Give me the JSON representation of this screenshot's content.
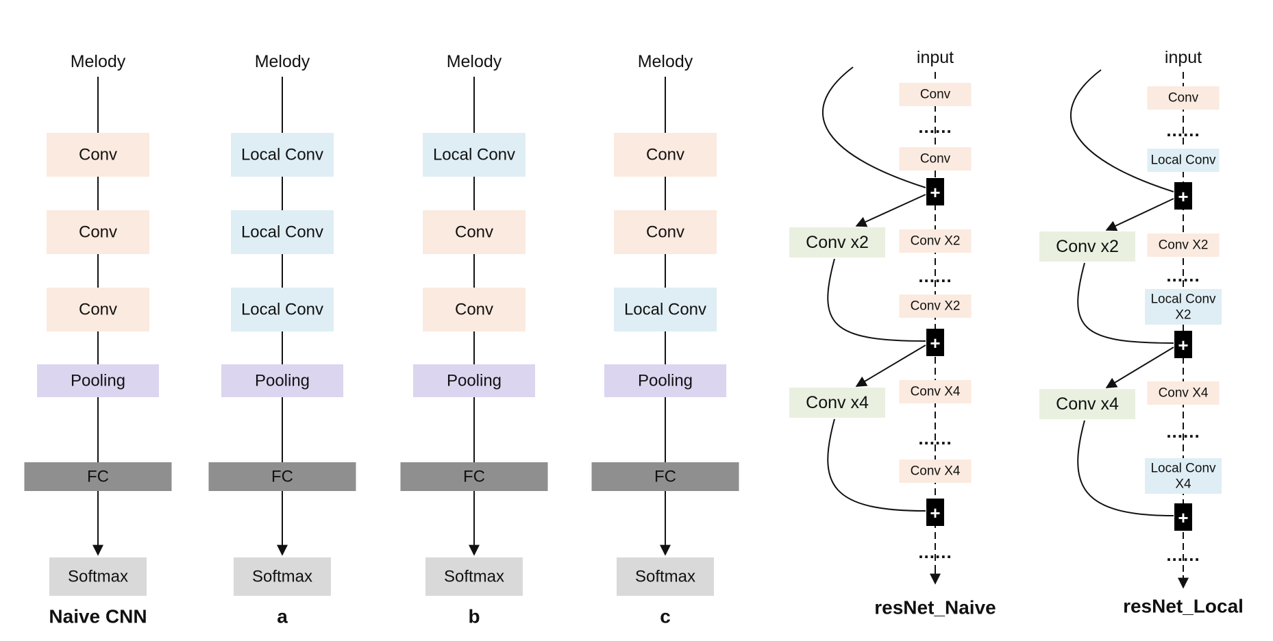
{
  "colors": {
    "conv": "#fbeadf",
    "local_conv": "#dfeef5",
    "pooling": "#dcd5ef",
    "fc": "#8f8f8f",
    "softmax": "#d9d9d9",
    "branch": "#e9f0e0",
    "plus_node": "#000000",
    "line": "#111111"
  },
  "simple_models": [
    {
      "input": "Melody",
      "layers": [
        {
          "label": "Conv",
          "kind": "conv"
        },
        {
          "label": "Conv",
          "kind": "conv"
        },
        {
          "label": "Conv",
          "kind": "conv"
        },
        {
          "label": "Pooling",
          "kind": "pooling"
        },
        {
          "label": "FC",
          "kind": "fc"
        }
      ],
      "output": "Softmax",
      "caption": "Naive CNN"
    },
    {
      "input": "Melody",
      "layers": [
        {
          "label": "Local Conv",
          "kind": "local_conv"
        },
        {
          "label": "Local Conv",
          "kind": "local_conv"
        },
        {
          "label": "Local Conv",
          "kind": "local_conv"
        },
        {
          "label": "Pooling",
          "kind": "pooling"
        },
        {
          "label": "FC",
          "kind": "fc"
        }
      ],
      "output": "Softmax",
      "caption": "a"
    },
    {
      "input": "Melody",
      "layers": [
        {
          "label": "Local Conv",
          "kind": "local_conv"
        },
        {
          "label": "Conv",
          "kind": "conv"
        },
        {
          "label": "Conv",
          "kind": "conv"
        },
        {
          "label": "Pooling",
          "kind": "pooling"
        },
        {
          "label": "FC",
          "kind": "fc"
        }
      ],
      "output": "Softmax",
      "caption": "b"
    },
    {
      "input": "Melody",
      "layers": [
        {
          "label": "Conv",
          "kind": "conv"
        },
        {
          "label": "Conv",
          "kind": "conv"
        },
        {
          "label": "Local Conv",
          "kind": "local_conv"
        },
        {
          "label": "Pooling",
          "kind": "pooling"
        },
        {
          "label": "FC",
          "kind": "fc"
        }
      ],
      "output": "Softmax",
      "caption": "c"
    }
  ],
  "resnet_models": [
    {
      "input": "input",
      "caption": "resNet_Naive",
      "dots": "......",
      "plus": "+",
      "stages": [
        {
          "first": [
            "Conv"
          ],
          "last": [
            "Conv"
          ],
          "first_kind": "conv",
          "last_kind": "conv"
        },
        {
          "first": [
            "Conv X2"
          ],
          "last": [
            "Conv X2"
          ],
          "first_kind": "conv",
          "last_kind": "conv",
          "branch": "Conv x2"
        },
        {
          "first": [
            "Conv X4"
          ],
          "last": [
            "Conv X4"
          ],
          "first_kind": "conv",
          "last_kind": "conv",
          "branch": "Conv x4"
        }
      ]
    },
    {
      "input": "input",
      "caption": "resNet_Local",
      "dots": "......",
      "plus": "+",
      "stages": [
        {
          "first": [
            "Conv"
          ],
          "last": [
            "Local Conv"
          ],
          "first_kind": "conv",
          "last_kind": "local_conv"
        },
        {
          "first": [
            "Conv X2"
          ],
          "last": [
            "Local Conv",
            "X2"
          ],
          "first_kind": "conv",
          "last_kind": "local_conv",
          "branch": "Conv x2"
        },
        {
          "first": [
            "Conv X4"
          ],
          "last": [
            "Local Conv",
            "X4"
          ],
          "first_kind": "conv",
          "last_kind": "local_conv",
          "branch": "Conv x4"
        }
      ]
    }
  ]
}
